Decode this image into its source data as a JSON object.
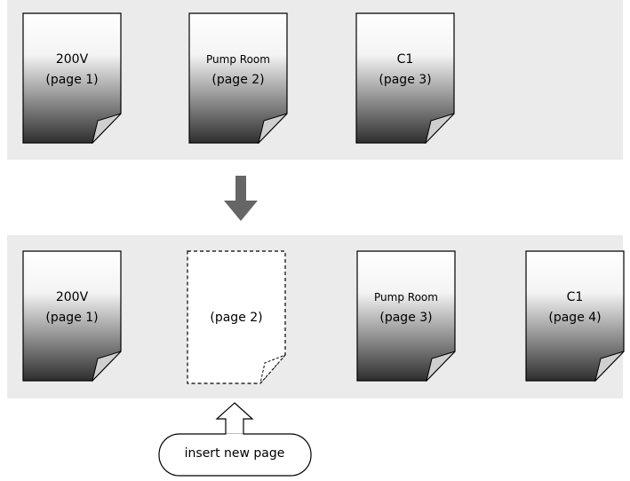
{
  "before": {
    "pages": [
      {
        "name": "200V",
        "number": "(page 1)"
      },
      {
        "name": "Pump Room",
        "number": "(page 2)"
      },
      {
        "name": "C1",
        "number": "(page 3)"
      }
    ]
  },
  "after": {
    "pages": [
      {
        "name": "200V",
        "number": "(page 1)"
      },
      {
        "name": "",
        "number": "(page 2)"
      },
      {
        "name": "Pump Room",
        "number": "(page 3)"
      },
      {
        "name": "C1",
        "number": "(page 4)"
      }
    ]
  },
  "callout": {
    "text": "insert new page"
  },
  "colors": {
    "panel": "#ebebeb",
    "page_gradient_top": "#ffffff",
    "page_gradient_bottom": "#2f2f2f",
    "page_outline": "#000000",
    "arrow": "#666666"
  }
}
